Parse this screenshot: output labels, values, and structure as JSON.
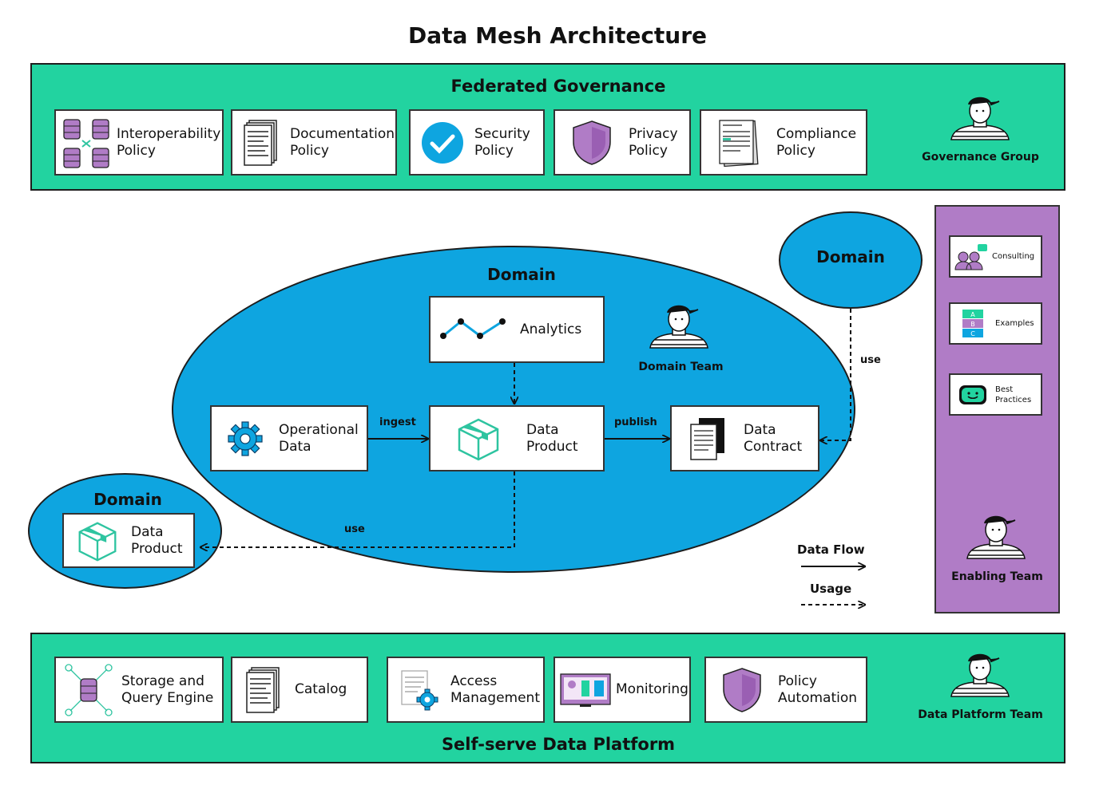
{
  "title": "Data Mesh Architecture",
  "governance": {
    "title": "Federated Governance",
    "team": "Governance Group",
    "cards": [
      {
        "label": "Interoperability\nPolicy",
        "icon": "database-interoperability-icon"
      },
      {
        "label": "Documentation\nPolicy",
        "icon": "document-stack-icon"
      },
      {
        "label": "Security\nPolicy",
        "icon": "check-circle-icon"
      },
      {
        "label": "Privacy\nPolicy",
        "icon": "shield-icon"
      },
      {
        "label": "Compliance\nPolicy",
        "icon": "report-icon"
      }
    ]
  },
  "domain_main": {
    "title": "Domain",
    "team": "Domain Team",
    "analytics": "Analytics",
    "operational": "Operational\nData",
    "product": "Data\nProduct",
    "contract": "Data\nContract",
    "ingest": "ingest",
    "publish": "publish",
    "use_bottom": "use"
  },
  "domain_right": {
    "title": "Domain",
    "use": "use"
  },
  "domain_left": {
    "title": "Domain",
    "product": "Data\nProduct"
  },
  "enabling": {
    "team": "Enabling Team",
    "cards": [
      {
        "label": "Consulting",
        "icon": "people-chat-icon"
      },
      {
        "label": "Examples",
        "icon": "abc-list-icon"
      },
      {
        "label": "Best\nPractices",
        "icon": "smile-badge-icon"
      }
    ]
  },
  "legend": {
    "flow": "Data Flow",
    "usage": "Usage"
  },
  "platform": {
    "title": "Self-serve Data Platform",
    "team": "Data Platform Team",
    "cards": [
      {
        "label": "Storage and\nQuery Engine",
        "icon": "database-network-icon"
      },
      {
        "label": "Catalog",
        "icon": "document-stack-icon"
      },
      {
        "label": "Access\nManagement",
        "icon": "gear-document-icon"
      },
      {
        "label": "Monitoring",
        "icon": "dashboard-icon"
      },
      {
        "label": "Policy\nAutomation",
        "icon": "shield-icon"
      }
    ]
  },
  "colors": {
    "green": "#22d3a0",
    "blue": "#0ea5e0",
    "purple": "#b07cc6",
    "teal": "#2ec4a0"
  }
}
